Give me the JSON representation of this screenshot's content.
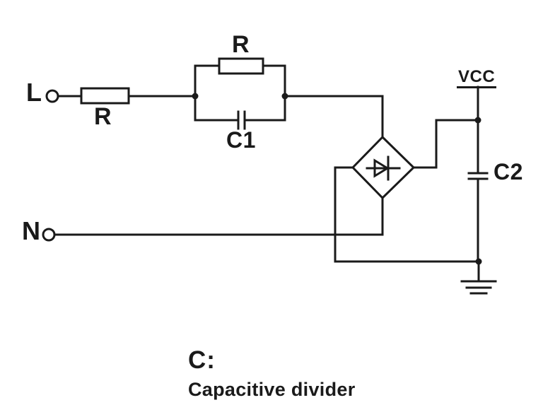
{
  "schematic": {
    "kind": "circuit-diagram",
    "labels": {
      "terminal_live": "L",
      "terminal_neutral": "N",
      "series_resistor": "R",
      "parallel_resistor": "R",
      "divider_capacitor": "C1",
      "smoothing_capacitor": "C2",
      "power_rail": "VCC"
    },
    "caption": {
      "heading": "C:",
      "description": "Capacitive divider"
    },
    "colors": {
      "ink": "#1a1a1a",
      "background": "#ffffff"
    }
  }
}
